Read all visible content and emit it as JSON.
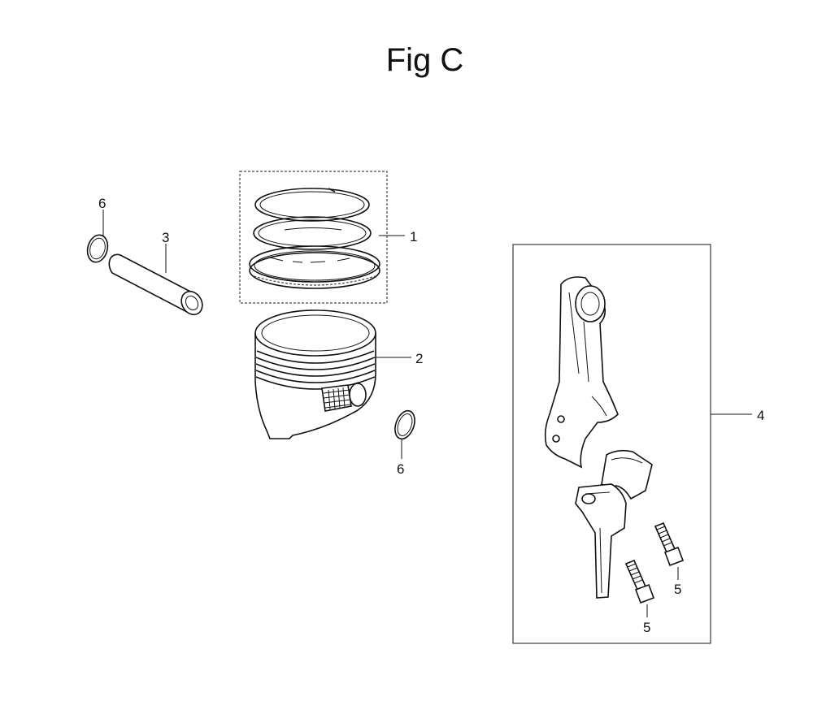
{
  "title": "Fig C",
  "callouts": {
    "ring_set": "1",
    "piston": "2",
    "piston_pin": "3",
    "connecting_rod_set": "4",
    "rod_bolt_upper": "5",
    "rod_bolt_lower": "5",
    "pin_clip_left": "6",
    "pin_clip_right": "6"
  }
}
